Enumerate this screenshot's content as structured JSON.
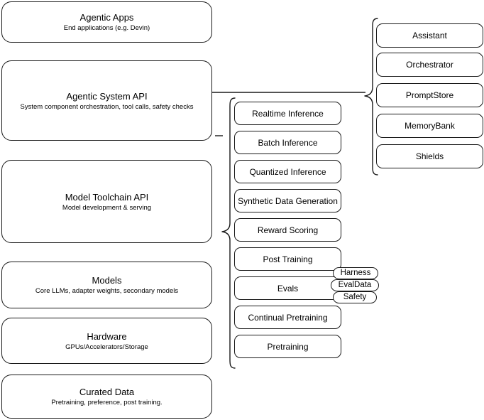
{
  "diagram": {
    "title": "AI stack layered architecture diagram",
    "stroke_color": "#1a1a1a",
    "background_color": "#ffffff"
  },
  "stack_layers": [
    {
      "id": "agentic-apps",
      "title": "Agentic Apps",
      "subtitle": "End applications (e.g. Devin)"
    },
    {
      "id": "agentic-system-api",
      "title": "Agentic System API",
      "subtitle": "System component orchestration, tool calls, safety checks"
    },
    {
      "id": "model-toolchain-api",
      "title": "Model Toolchain API",
      "subtitle": "Model development & serving"
    },
    {
      "id": "models",
      "title": "Models",
      "subtitle": "Core LLMs, adapter weights, secondary models"
    },
    {
      "id": "hardware",
      "title": "Hardware",
      "subtitle": "GPUs/Accelerators/Storage"
    },
    {
      "id": "curated-data",
      "title": "Curated Data",
      "subtitle": "Pretraining, preference, post training."
    }
  ],
  "toolchain_components": [
    {
      "id": "realtime-inference",
      "label": "Realtime Inference"
    },
    {
      "id": "batch-inference",
      "label": "Batch Inference"
    },
    {
      "id": "quantized-inference",
      "label": "Quantized Inference"
    },
    {
      "id": "synthetic-data-generation",
      "label": "Synthetic Data Generation"
    },
    {
      "id": "reward-scoring",
      "label": "Reward Scoring"
    },
    {
      "id": "post-training",
      "label": "Post Training"
    },
    {
      "id": "evals",
      "label": "Evals"
    },
    {
      "id": "continual-pretraining",
      "label": "Continual Pretraining"
    },
    {
      "id": "pretraining",
      "label": "Pretraining"
    }
  ],
  "eval_badges": [
    {
      "id": "harness",
      "label": "Harness"
    },
    {
      "id": "evaldata",
      "label": "EvalData"
    },
    {
      "id": "safety",
      "label": "Safety"
    }
  ],
  "system_components": [
    {
      "id": "assistant",
      "label": "Assistant"
    },
    {
      "id": "orchestrator",
      "label": "Orchestrator"
    },
    {
      "id": "promptstore",
      "label": "PromptStore"
    },
    {
      "id": "memorybank",
      "label": "MemoryBank"
    },
    {
      "id": "shields",
      "label": "Shields"
    }
  ]
}
